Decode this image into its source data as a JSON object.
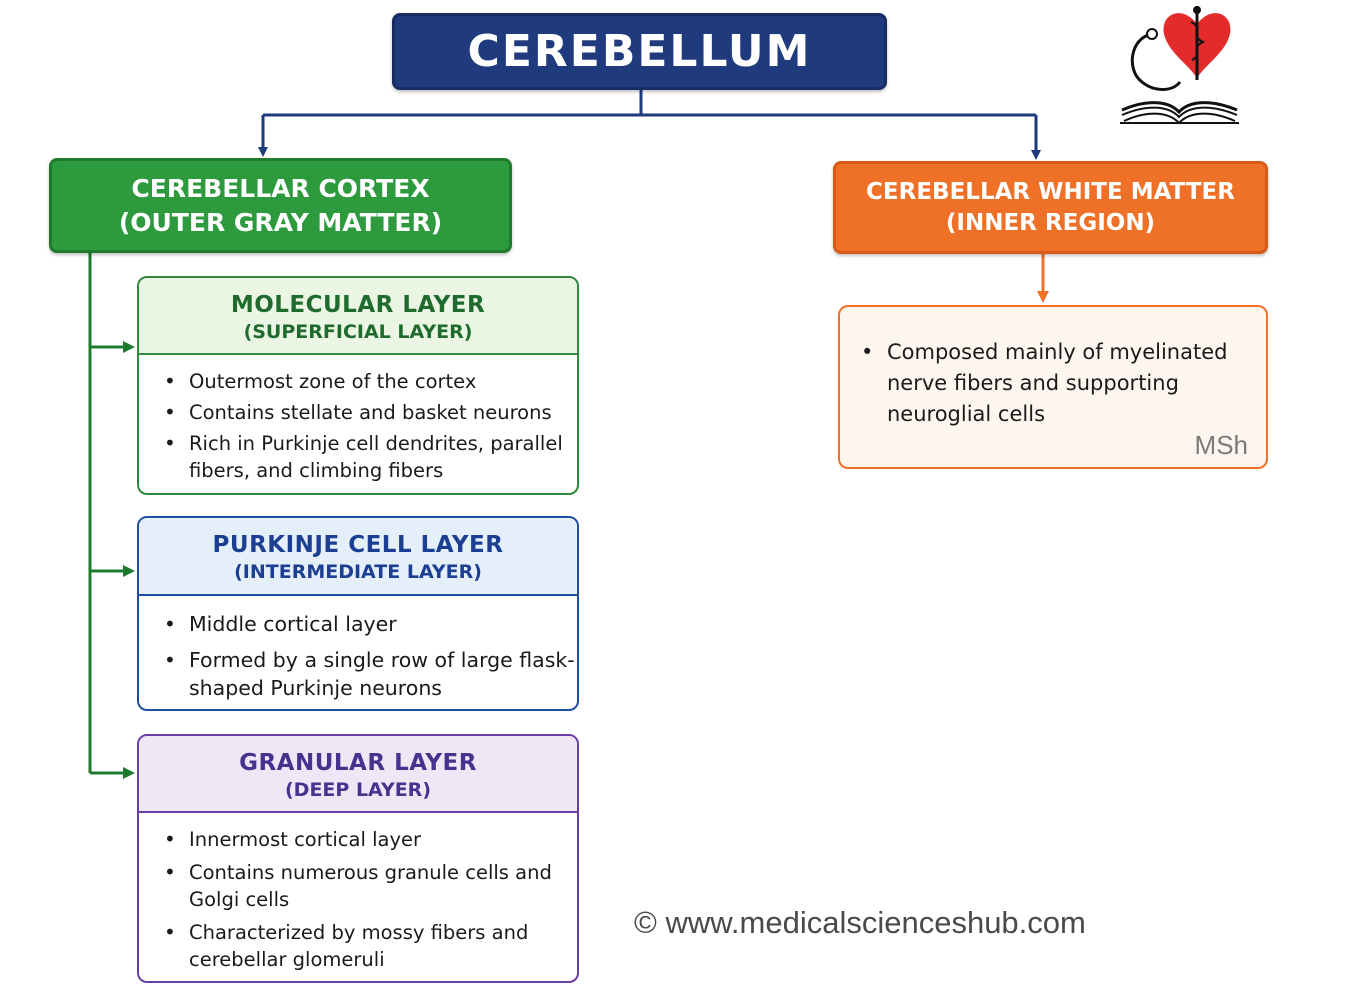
{
  "root": {
    "title": "CEREBELLUM"
  },
  "cortex": {
    "title": "CEREBELLAR CORTEX",
    "subtitle": "(OUTER GRAY MATTER)",
    "layers": [
      {
        "title": "MOLECULAR LAYER",
        "subtitle": "(SUPERFICIAL LAYER)",
        "points": [
          "Outermost zone of the cortex",
          "Contains stellate and basket neurons",
          "Rich in Purkinje cell dendrites, parallel fibers, and climbing fibers"
        ]
      },
      {
        "title": "PURKINJE CELL LAYER",
        "subtitle": "(INTERMEDIATE LAYER)",
        "points": [
          "Middle cortical layer",
          "Formed by a single row of large flask-shaped Purkinje neurons"
        ]
      },
      {
        "title": "GRANULAR LAYER",
        "subtitle": "(DEEP LAYER)",
        "points": [
          "Innermost cortical layer",
          "Contains numerous granule cells and Golgi cells",
          "Characterized by mossy fibers and cerebellar glomeruli"
        ]
      }
    ]
  },
  "white_matter": {
    "title": "CEREBELLAR WHITE MATTER",
    "subtitle": "(INNER REGION)",
    "points": [
      "Composed mainly of myelinated nerve fibers and supporting neuroglial cells"
    ],
    "tag": "MSh"
  },
  "footer": {
    "copyright": "© www.medicalscienceshub.com"
  },
  "colors": {
    "root": "#1f3a7d",
    "cortex": "#2e9a3e",
    "white_matter": "#ef7128",
    "molecular": "#2e8b3d",
    "purkinje": "#1f4fa3",
    "granular": "#6a3fa1"
  },
  "logo": {
    "icon": "heart-stethoscope-book-icon"
  }
}
